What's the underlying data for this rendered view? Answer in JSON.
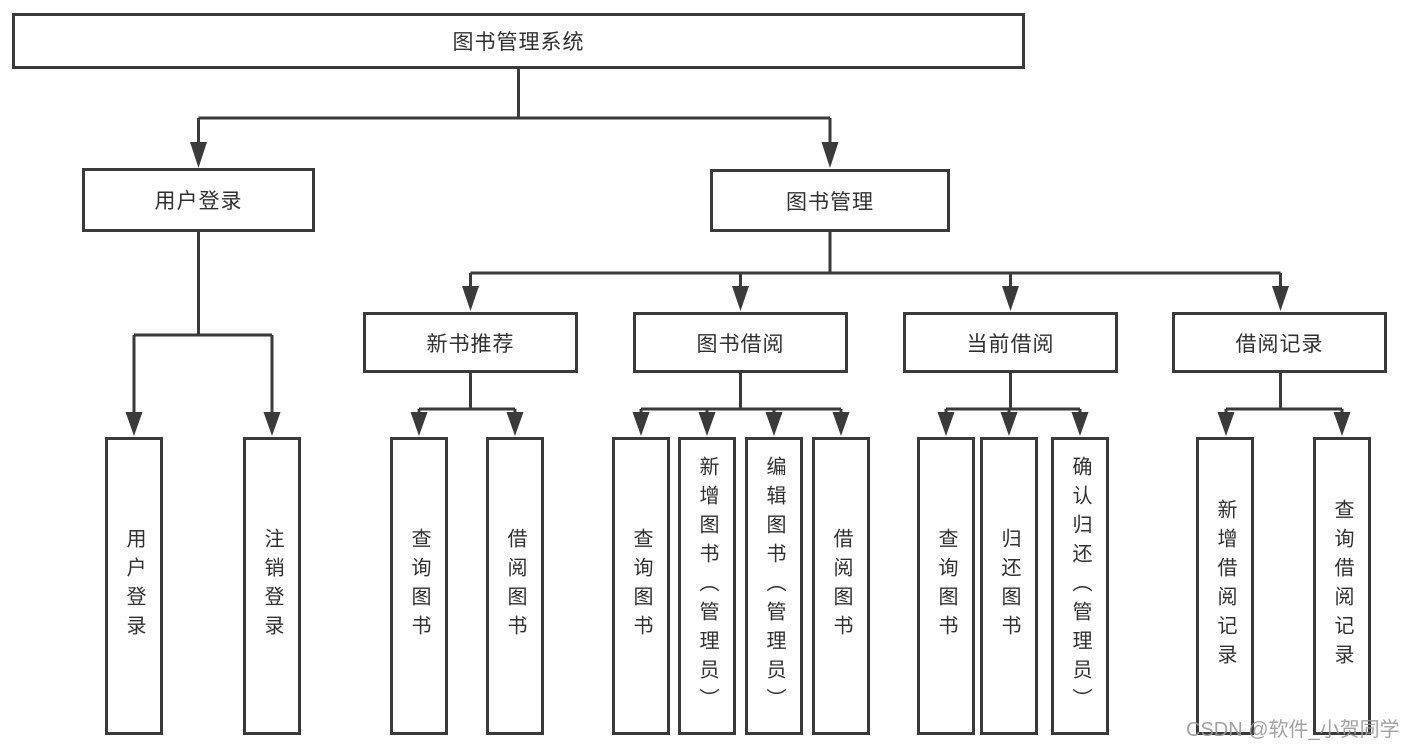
{
  "root": {
    "label": "图书管理系统"
  },
  "branches": {
    "user_login": {
      "label": "用户登录",
      "children": [
        "用户登录",
        "注销登录"
      ]
    },
    "book_mgmt": {
      "label": "图书管理"
    },
    "new_books": {
      "label": "新书推荐",
      "children": [
        "查询图书",
        "借阅图书"
      ]
    },
    "borrowing": {
      "label": "图书借阅",
      "children": [
        "查询图书",
        "新增图书（管理员）",
        "编辑图书（管理员）",
        "借阅图书"
      ]
    },
    "current": {
      "label": "当前借阅",
      "children": [
        "查询图书",
        "归还图书",
        "确认归还（管理员）"
      ]
    },
    "records": {
      "label": "借阅记录",
      "children": [
        "新增借阅记录",
        "查询借阅记录"
      ]
    }
  },
  "watermark": {
    "text": "CSDN @软件_小贺同学"
  },
  "colors": {
    "line": "#3a3a3a",
    "text": "#303030",
    "background": "#ffffff",
    "watermark": "#9b9b9b"
  }
}
